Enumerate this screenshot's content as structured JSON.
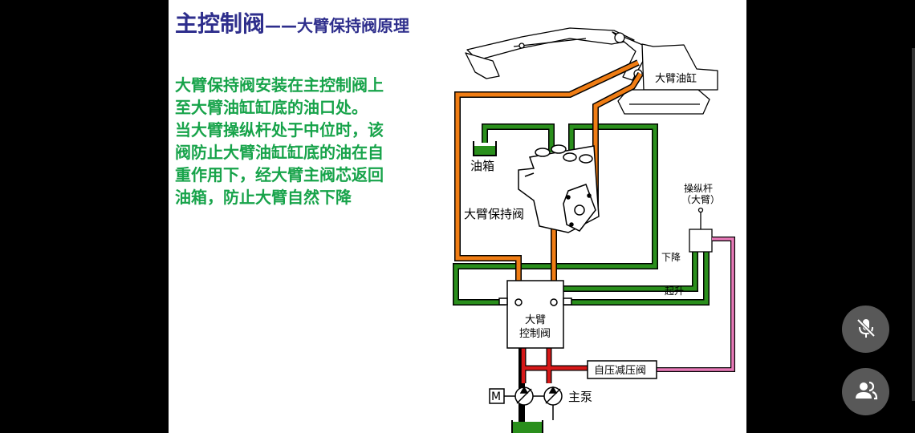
{
  "title": {
    "main": "主控制阀",
    "sub": "——大臂保持阀原理"
  },
  "description": [
    "大臂保持阀安装在主控制阀上至大臂油缸缸底的油口处。",
    "当大臂操纵杆处于中位时，该阀防止大臂油缸缸底的油在自重作用下，经大臂主阀芯返回油箱，防止大臂自然下降"
  ],
  "diagram": {
    "boom_cylinder": "大臂油缸",
    "oil_tank": "油箱",
    "boom_holding_valve": "大臂保持阀",
    "lever_label_1": "操纵杆",
    "lever_label_2": "（大臂）",
    "lower": "下降",
    "raise": "起升",
    "boom_control_valve_1": "大臂",
    "boom_control_valve_2": "控制阀",
    "pressure_reducing_valve": "自压减压阀",
    "main_pump": "主泵",
    "motor": "M"
  },
  "colors": {
    "slide_bg": "#ffffff",
    "title": "#2e2e8c",
    "body_text": "#17a34a",
    "orange_line": "#f07d14",
    "green_line": "#2a8f1c",
    "red_line": "#d61818",
    "pink_line": "#e87ab8"
  },
  "icons": [
    "mic-off-icon",
    "participants-icon"
  ]
}
